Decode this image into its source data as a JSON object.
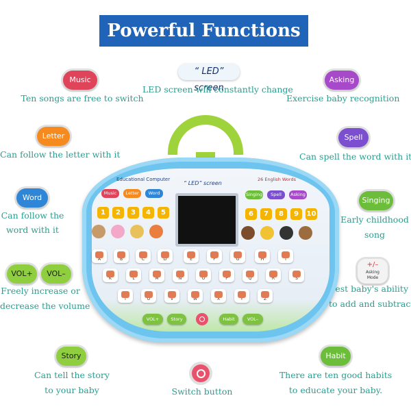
{
  "banner": "Powerful Functions",
  "led": {
    "label": "“ LED” screen",
    "caption": "LED screen will constantly change"
  },
  "features": {
    "music": {
      "label": "Music",
      "caption": "Ten songs are free to switch",
      "color": "#e0445a"
    },
    "asking": {
      "label": "Asking",
      "caption": "Exercise baby recognition",
      "color": "#a64ac9"
    },
    "letter": {
      "label": "Letter",
      "caption": "Can follow the letter with it",
      "color": "#f58a1f"
    },
    "spell": {
      "label": "Spell",
      "caption": "Can spell the word with it",
      "color": "#7b4fd0"
    },
    "word": {
      "label": "Word",
      "caption1": "Can follow the",
      "caption2": "word with it",
      "color": "#2f86d6"
    },
    "singing": {
      "label": "Singing",
      "caption1": "Early childhood",
      "caption2": "song",
      "color": "#6cbd3a"
    },
    "volume": {
      "plus": "VOL+",
      "minus": "VOL–",
      "caption1": "Freely increase or",
      "caption2": "decrease the volume",
      "color": "#8fcf3f"
    },
    "math": {
      "label1": "+/–",
      "label2": "Asking",
      "label3": "Mode",
      "caption1": "Test baby's ability",
      "caption2": "to add and subtract"
    },
    "story": {
      "label": "Story",
      "caption1": "Can tell the story",
      "caption2": "to your baby",
      "color": "#8fcf3f"
    },
    "switch": {
      "caption": "Switch button"
    },
    "habit": {
      "label": "Habit",
      "caption1": "There are ten good habits",
      "caption2": "to educate your baby.",
      "color": "#6cbd3a"
    }
  },
  "device": {
    "title": "Educational Computer",
    "screen_label": "“ LED” screen",
    "words_label": "26 English Words",
    "left_buttons": [
      "Music",
      "Letter",
      "Word"
    ],
    "right_buttons": [
      "Singing",
      "Spell",
      "Asking"
    ],
    "numbers_left": [
      "1",
      "2",
      "3",
      "4",
      "5"
    ],
    "numbers_right": [
      "6",
      "7",
      "8",
      "9",
      "10"
    ],
    "row1": [
      "A",
      "B",
      "C",
      "D",
      "E",
      "F",
      "G",
      "H",
      "I"
    ],
    "row2": [
      "K",
      "L",
      "M",
      "N",
      "O",
      "P",
      "Q",
      "R",
      "S"
    ],
    "row3": [
      "T",
      "U",
      "V",
      "W",
      "X",
      "Y",
      "Z"
    ],
    "bottom": [
      "VOL+",
      "Story",
      "Habit",
      "VOL–"
    ]
  }
}
